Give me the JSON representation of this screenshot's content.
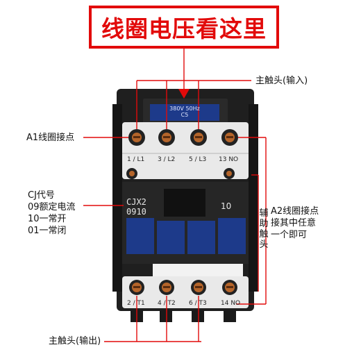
{
  "banner": {
    "text": "线圈电压看这里"
  },
  "labels": {
    "main_input": "主触头(输入)",
    "a1": "A1线圈接点",
    "cj_lines": [
      "CJ代号",
      "09额定电流",
      "10一常开",
      "01一常闭"
    ],
    "a2_lines": [
      "A2线圈接点",
      "接其中任意",
      "一个即可"
    ],
    "aux": "辅助触头",
    "main_output": "主触头(输出)"
  },
  "device": {
    "coil_rating_lines": [
      "380V 50Hz",
      "C5"
    ],
    "model_lines": [
      "CJX2",
      "0910"
    ],
    "aux_code": "10",
    "top_terminals": [
      "1 / L1",
      "3 / L2",
      "5 / L3",
      "13 NO"
    ],
    "bottom_terminals": [
      "2 / T1",
      "4 / T2",
      "6 / T3",
      "14 NO"
    ]
  },
  "colors": {
    "accent": "#e20a0a",
    "body_dark": "#1f1f1f",
    "coil_blue": "#1d3a8a",
    "terminal_copper": "#b5652a"
  }
}
